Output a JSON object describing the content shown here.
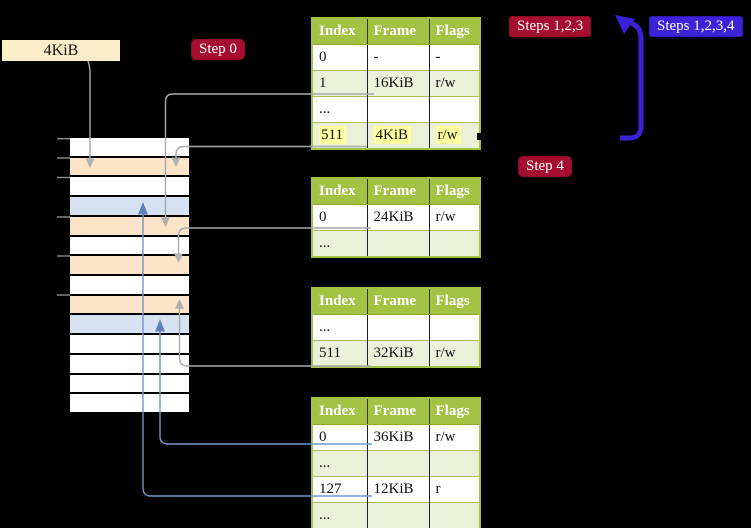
{
  "labels": {
    "frame_size": "4KiB",
    "step0": "Step 0",
    "steps123": "Steps 1,2,3",
    "steps1234": "Steps 1,2,3,4",
    "step4": "Step 4"
  },
  "tables": [
    {
      "headers": [
        "Index",
        "Frame",
        "Flags"
      ],
      "rows": [
        {
          "cells": [
            "0",
            "-",
            "-"
          ],
          "highlight": false
        },
        {
          "cells": [
            "1",
            "16KiB",
            "r/w"
          ],
          "highlight": false
        },
        {
          "cells": [
            "...",
            "",
            ""
          ],
          "highlight": false
        },
        {
          "cells": [
            "511",
            "4KiB",
            "r/w"
          ],
          "highlight": true
        }
      ]
    },
    {
      "headers": [
        "Index",
        "Frame",
        "Flags"
      ],
      "rows": [
        {
          "cells": [
            "0",
            "24KiB",
            "r/w"
          ],
          "highlight": false
        },
        {
          "cells": [
            "...",
            "",
            ""
          ],
          "highlight": false
        }
      ]
    },
    {
      "headers": [
        "Index",
        "Frame",
        "Flags"
      ],
      "rows": [
        {
          "cells": [
            "...",
            "",
            ""
          ],
          "highlight": false
        },
        {
          "cells": [
            "511",
            "32KiB",
            "r/w"
          ],
          "highlight": false
        }
      ]
    },
    {
      "headers": [
        "Index",
        "Frame",
        "Flags"
      ],
      "rows": [
        {
          "cells": [
            "0",
            "36KiB",
            "r/w"
          ],
          "highlight": false
        },
        {
          "cells": [
            "...",
            "",
            ""
          ],
          "highlight": false
        },
        {
          "cells": [
            "127",
            "12KiB",
            "r"
          ],
          "highlight": false
        },
        {
          "cells": [
            "...",
            "",
            ""
          ],
          "highlight": false
        }
      ]
    }
  ],
  "memory": {
    "row_colors": [
      "white",
      "wheat",
      "white",
      "blue",
      "wheat",
      "white",
      "wheat",
      "white",
      "wheat",
      "blue",
      "white",
      "white",
      "white",
      "white"
    ]
  },
  "palette": {
    "background": "#000000",
    "white": "#ffffff",
    "wheat": "#fce4c8",
    "blue": "#d6e2f2",
    "frame_label_box": "#fcedc9",
    "table_header_green": "#a3c143",
    "table_alt_row_green": "#ebf1d8",
    "highlight_yellow": "#feff9e",
    "step_label_red": "#a50e2e",
    "steps_label_blue": "#3d23d8",
    "connector_gray": "#a9a9a9",
    "connector_blue_thin": "#7295c8",
    "loop_arrow_blue": "#3b21d6"
  }
}
